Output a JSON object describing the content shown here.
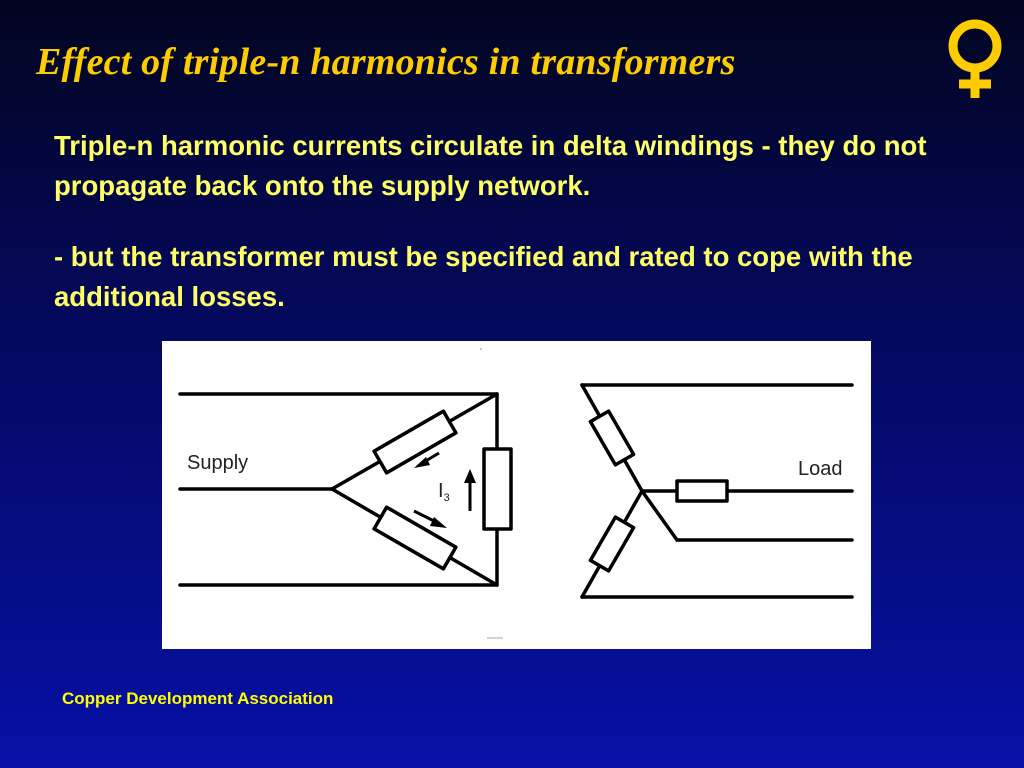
{
  "slide": {
    "title": "Effect of triple-n harmonics in transformers",
    "logo_icon": "copper-symbol-icon",
    "paragraphs": [
      "Triple-n harmonic currents circulate in delta windings - they do not propagate back onto the supply network.",
      "- but the transformer must be specified and rated to cope with the additional losses."
    ],
    "footer": "Copper Development Association"
  },
  "diagram": {
    "supply_label": "Supply",
    "load_label": "Load",
    "current_label": "I",
    "current_subscript": "3"
  },
  "colors": {
    "title": "#ffcc00",
    "body_text": "#ffff66",
    "footer": "#ffff00",
    "logo": "#ffcc00",
    "diagram_line": "#000000"
  }
}
